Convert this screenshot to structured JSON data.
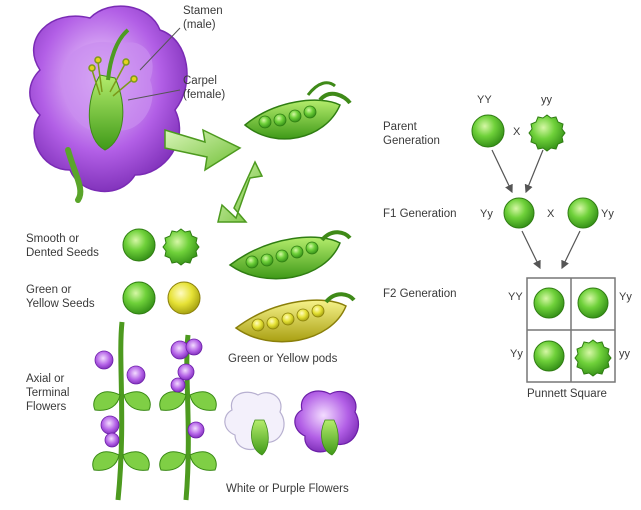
{
  "flower_parts": {
    "stamen": "Stamen\n(male)",
    "carpel": "Carpel\n(female)"
  },
  "traits": {
    "seed_shape": "Smooth or\nDented Seeds",
    "seed_color": "Green or\nYellow Seeds",
    "flower_position": "Axial or\nTerminal\nFlowers",
    "pod_color": "Green or Yellow pods",
    "flower_color": "White or Purple Flowers"
  },
  "cross": {
    "parent_label": "Parent\nGeneration",
    "f1_label": "F1 Generation",
    "f2_label": "F2 Generation",
    "parent_left_genotype": "YY",
    "parent_right_genotype": "yy",
    "cross_symbol": "X",
    "f1_left_genotype": "Yy",
    "f1_right_genotype": "Yy",
    "punnett_labels": {
      "top_left": "YY",
      "top_right": "Yy",
      "bottom_left": "Yy",
      "bottom_right": "yy"
    },
    "punnett_caption": "Punnett Square"
  },
  "colors": {
    "pea_green": "#5cbf2a",
    "pea_yellow": "#d8d41a",
    "flower_purple": "#9b3fd6",
    "arrow_green": "#8fd05a",
    "line": "#555555"
  }
}
